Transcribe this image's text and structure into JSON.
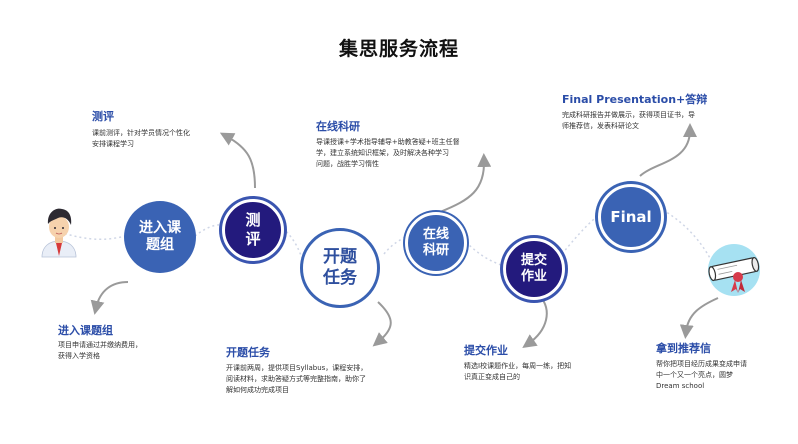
{
  "title": "集思服务流程",
  "colors": {
    "primary": "#3a63b4",
    "navy": "#231a7d",
    "accent": "#2b4da8",
    "arrow": "#9a9a9a"
  },
  "nodes": {
    "join": {
      "label": "进入课\n题组"
    },
    "assess": {
      "label": "测\n评"
    },
    "kickoff": {
      "label": "开题\n任务"
    },
    "online": {
      "label": "在线\n科研"
    },
    "submit": {
      "label": "提交\n作业"
    },
    "final": {
      "label": "Final"
    }
  },
  "icons": {
    "student": "student-avatar-icon",
    "diploma": "diploma-scroll-icon"
  },
  "steps": {
    "assess": {
      "heading": "测评",
      "text": "课前测评，针对学员情况个性化\n安排课程学习"
    },
    "online": {
      "heading": "在线科研",
      "text": "导课授课+学术指导辅导+助教答疑+班主任督\n学，建立系统知识框架，及时解决各种学习\n问题，战胜学习惰性"
    },
    "final": {
      "heading": "Final Presentation+答辩",
      "text": "完成科研报告并做展示，获得项目证书，导\n师推荐信，发表科研论文"
    },
    "join": {
      "heading": "进入课题组",
      "text": "项目申请通过并缴纳费用，\n获得入学资格"
    },
    "kickoff": {
      "heading": "开题任务",
      "text": "开课前两周，提供项目Syllabus，课程安排，\n阅读材料，求助答疑方式等完整指南，助你了\n解如何成功完成项目"
    },
    "submit": {
      "heading": "提交作业",
      "text": "精选Ⅰ校课题作业，每周一练，把知\n识真正变成自己的"
    },
    "recommend": {
      "heading": "拿到推荐信",
      "text": "帮你把项目经历成果变成申请\n中一个又一个亮点，圆梦\nDream school"
    }
  }
}
